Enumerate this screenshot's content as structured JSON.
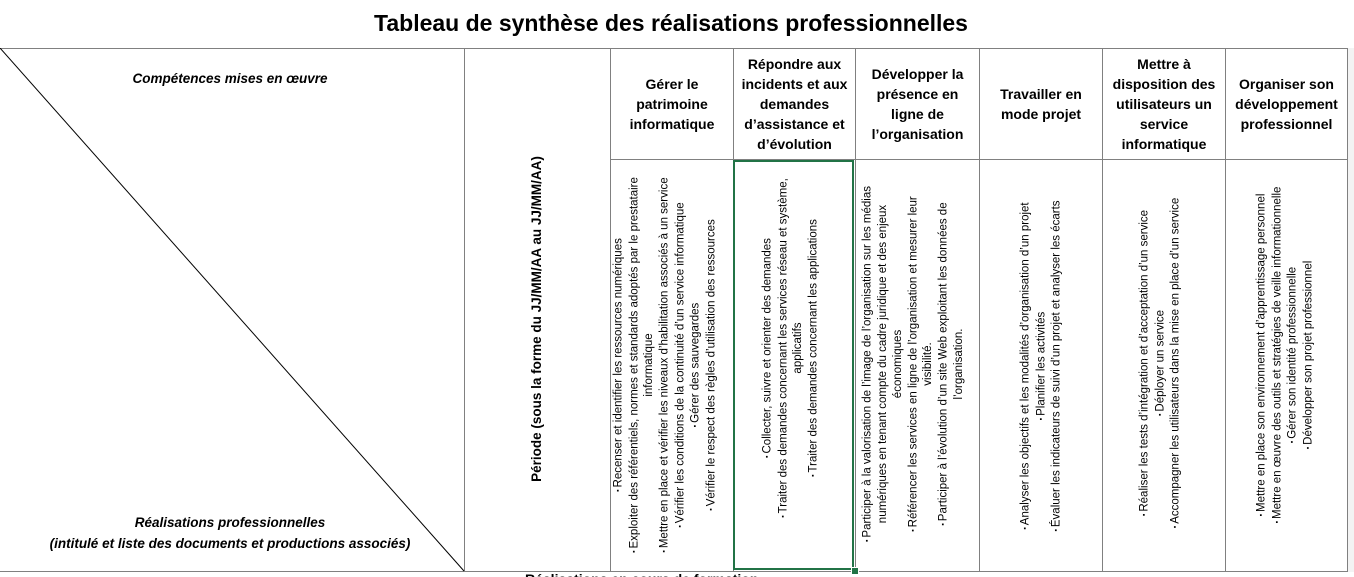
{
  "title": "Tableau de synthèse des réalisations professionnelles",
  "corner": {
    "top_label": "Compétences mises en œuvre",
    "bottom_line1": "Réalisations professionnelles",
    "bottom_line2": "(intitulé et liste des documents et productions associés)"
  },
  "periode": "Période (sous la forme du JJ/MM/AA au JJ/MM/AA)",
  "columns": [
    {
      "header": "Gérer le patrimoine informatique",
      "items": [
        "Recenser et identifier les ressources numériques",
        "Exploiter des référentiels, normes et standards adoptés par le prestataire informatique",
        "Mettre en place et vérifier les niveaux d’habilitation associés à un service",
        "Vérifier les conditions de la continuité d’un service informatique",
        "Gérer des sauvegardes",
        "Vérifier le respect des règles d’utilisation des ressources"
      ]
    },
    {
      "header": "Répondre aux incidents et aux demandes d’assistance et d’évolution",
      "items": [
        "Collecter, suivre et orienter des demandes",
        "Traiter des demandes concernant les services réseau et système, applicatifs",
        "Traiter des demandes concernant les applications"
      ]
    },
    {
      "header": "Développer la présence en ligne de l’organisation",
      "items": [
        "Participer à la valorisation de l’image de l’organisation sur les médias numériques en tenant compte du cadre juridique et des enjeux économiques",
        "Référencer les services en ligne de l’organisation et mesurer leur visibilité.",
        "Participer à l’évolution d’un site Web exploitant les données de l’organisation."
      ]
    },
    {
      "header": "Travailler en mode projet",
      "items": [
        "Analyser les objectifs et les modalités d’organisation d’un projet",
        "Planifier les activités",
        "Évaluer les indicateurs de suivi d’un projet et analyser les écarts"
      ]
    },
    {
      "header": "Mettre à disposition des utilisateurs un service informatique",
      "items": [
        "Réaliser les tests d’intégration et d’acceptation d’un service",
        "Déployer un service",
        "Accompagner les utilisateurs dans la mise en place d’un service"
      ]
    },
    {
      "header": "Organiser son développement professionnel",
      "items": [
        "Mettre en place son environnement d’apprentissage personnel",
        "Mettre en œuvre des outils et stratégies de veille informationnelle",
        "Gérer son identité professionnelle",
        "Développer son projet professionnel"
      ]
    }
  ],
  "footer_partial": "Réalisations en cours de formation",
  "colors": {
    "selection": "#217346",
    "grid": "#808080"
  }
}
